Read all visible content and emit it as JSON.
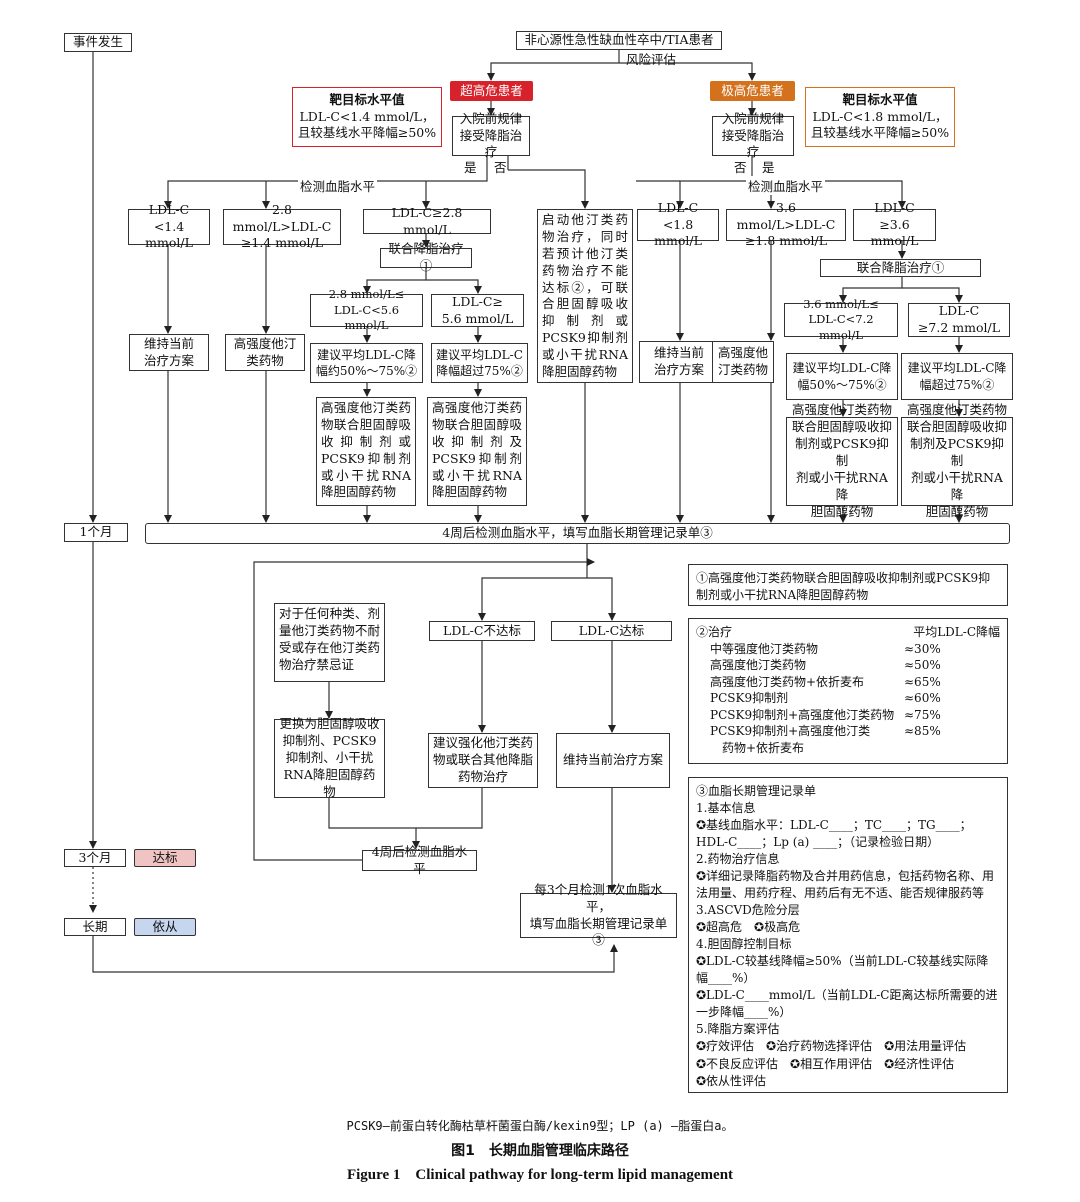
{
  "timeline": {
    "event": "事件发生",
    "month1": "1个月",
    "month3": "3个月",
    "longterm": "长期",
    "badge_reached": "达标",
    "badge_comply": "依从"
  },
  "top": {
    "patient": "非心源性急性缺血性卒中/TIA患者",
    "risk_assess": "风险评估"
  },
  "ultra_high": {
    "label": "超高危患者",
    "target_title": "靶目标水平值",
    "target_text": "LDL-C<1.4 mmol/L，\n且较基线水平降幅≥50%",
    "question": "入院前规律\n接受降脂治疗",
    "yes": "是",
    "no": "否",
    "check": "检测血脂水平",
    "b1": "LDL-C\n<1.4 mmol/L",
    "b2": "2.8 mmol/L>LDL-C\n≥1.4 mmol/L",
    "b3": "LDL-C≥2.8 mmol/L",
    "combine": "联合降脂治疗①",
    "b3a": "2.8 mmol/L≤\nLDL-C<5.6 mmol/L",
    "b3b": "LDL-C≥\n5.6 mmol/L",
    "t1": "维持当前\n治疗方案",
    "t2": "高强度他汀\n类药物",
    "t3a": "建议平均LDL-C降\n幅约50%～75%②",
    "t3b": "建议平均LDL-C\n降幅超过75%②",
    "d3a": "高强度他汀类药物联合胆固醇吸收抑制剂或PCSK9抑制剂或小干扰RNA降胆固醇药物",
    "d3b": "高强度他汀类药物联合胆固醇吸收抑制剂及PCSK9抑制剂或小干扰RNA降胆固醇药物"
  },
  "middle": {
    "start": "启动他汀类药物治疗，同时若预计他汀类药物治疗不能达标②，可联合胆固醇吸收抑制剂或PCSK9抑制剂或小干扰RNA降胆固醇药物"
  },
  "very_high": {
    "label": "极高危患者",
    "target_title": "靶目标水平值",
    "target_text": "LDL-C<1.8 mmol/L，\n且较基线水平降幅≥50%",
    "question": "入院前规律\n接受降脂治疗",
    "no": "否",
    "yes": "是",
    "check": "检测血脂水平",
    "b1": "LDL-C\n<1.8 mmol/L",
    "b2": "3.6 mmol/L>LDL-C\n≥1.8 mmol/L",
    "b3": "LDL-C\n≥3.6 mmol/L",
    "combine": "联合降脂治疗①",
    "b3a": "3.6 mmol/L≤\nLDL-C<7.2 mmol/L",
    "b3b": "LDL-C\n≥7.2 mmol/L",
    "t1": "维持当前\n治疗方案",
    "t2": "高强度他\n汀类药物",
    "t3a": "建议平均LDL-C降\n幅50%～75%②",
    "t3b": "建议平均LDL-C降\n幅超过75%②",
    "d3a": "高强度他汀类药物\n联合胆固醇吸收抑\n制剂或PCSK9抑制\n剂或小干扰RNA降\n胆固醇药物",
    "d3b": "高强度他汀类药物\n联合胆固醇吸收抑\n制剂及PCSK9抑制\n剂或小干扰RNA降\n胆固醇药物"
  },
  "month1_bar": "4周后检测血脂水平，填写血脂长期管理记录单③",
  "followup": {
    "intolerant": "对于任何种类、剂量他汀类药物不耐受或存在他汀类药物治疗禁忌证",
    "not_reached": "LDL-C不达标",
    "reached": "LDL-C达标",
    "switch": "更换为胆固醇吸收抑制剂、PCSK9抑制剂、小干扰RNA降胆固醇药物",
    "intensify": "建议强化他汀类药物或联合其他降脂药物治疗",
    "maintain": "维持当前治疗方案",
    "recheck": "4周后检测血脂水平",
    "every3": "每3个月检测1次血脂水平，\n填写血脂长期管理记录单③"
  },
  "note1": "①高强度他汀类药物联合胆固醇吸收抑制剂或PCSK9抑制剂或小干扰RNA降胆固醇药物",
  "note2": {
    "head_left": "②治疗",
    "head_right": "平均LDL-C降幅",
    "rows": [
      {
        "t": "中等强度他汀类药物",
        "v": "≈30%"
      },
      {
        "t": "高强度他汀类药物",
        "v": "≈50%"
      },
      {
        "t": "高强度他汀类药物+依折麦布",
        "v": "≈65%"
      },
      {
        "t": "PCSK9抑制剂",
        "v": "≈60%"
      },
      {
        "t": "PCSK9抑制剂+高强度他汀类药物",
        "v": "≈75%"
      },
      {
        "t": "PCSK9抑制剂+高强度他汀类\n　药物+依折麦布",
        "v": "≈85%"
      }
    ]
  },
  "note3": {
    "lines": [
      "③血脂长期管理记录单",
      "1.基本信息",
      "✪基线血脂水平：LDL-C____；TC____；TG____；",
      "HDL-C____；Lp (a) ____；（记录检验日期）",
      "2.药物治疗信息",
      "✪详细记录降脂药物及合并用药信息，包括药物名称、用法用量、用药疗程、用药后有无不适、能否规律服药等",
      "3.ASCVD危险分层",
      "✪超高危　✪极高危",
      "4.胆固醇控制目标",
      "✪LDL-C较基线降幅≥50%（当前LDL-C较基线实际降幅____%）",
      "✪LDL-C____mmol/L（当前LDL-C距离达标所需要的进一步降幅____%）",
      "5.降脂方案评估",
      "✪疗效评估　✪治疗药物选择评估　✪用法用量评估",
      "✪不良反应评估　✪相互作用评估　✪经济性评估",
      "✪依从性评估"
    ]
  },
  "footer": {
    "abbr": "PCSK9—前蛋白转化酶枯草杆菌蛋白酶/kexin9型；LP (a) —脂蛋白a。",
    "title_cn": "图1　长期血脂管理临床路径",
    "title_en": "Figure 1　Clinical pathway for long-term lipid management"
  },
  "colors": {
    "ultra": "#d7212b",
    "very": "#d4711c",
    "reached": "#f0c4c2",
    "comply": "#c6d6ee"
  }
}
